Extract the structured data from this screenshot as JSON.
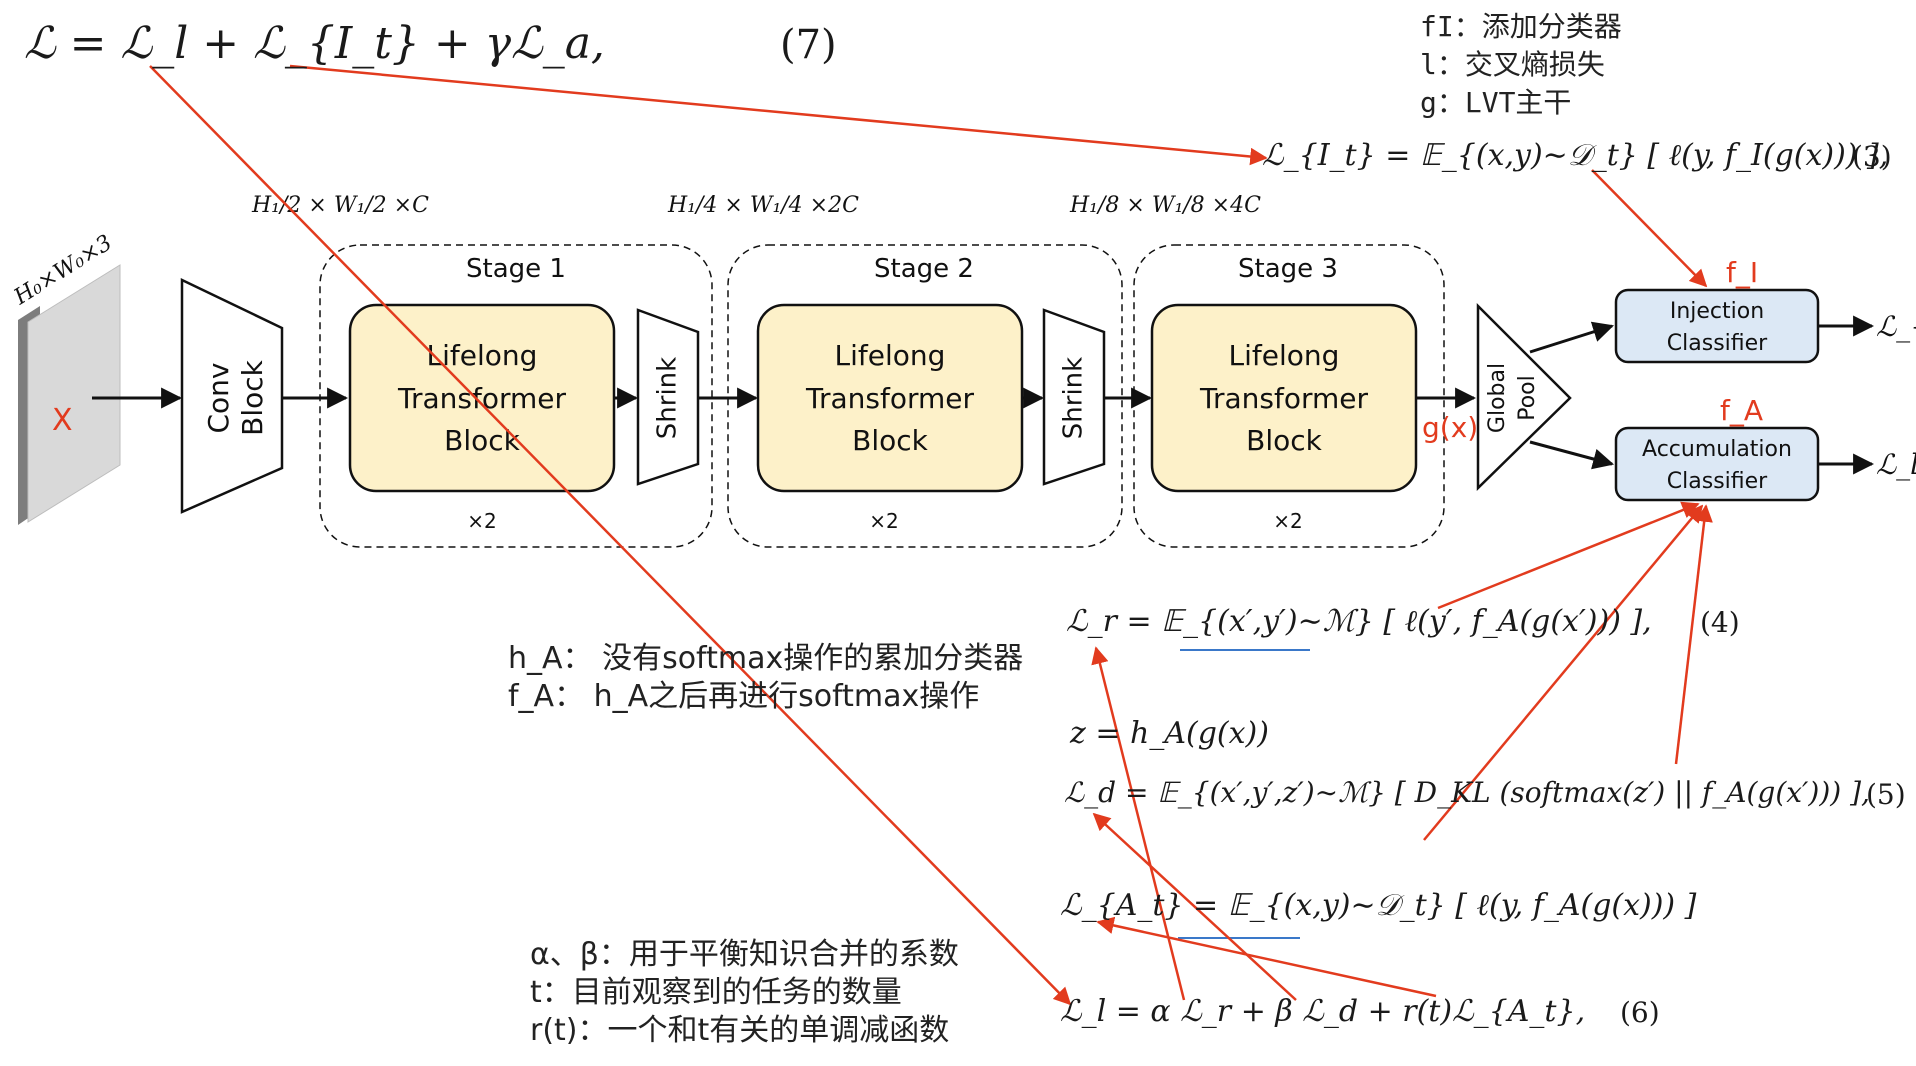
{
  "equations": {
    "eq7": "ℒ = ℒ_l + ℒ_{I_t} + γℒ_a,",
    "eq7_number": "(7)",
    "eq3": "ℒ_{I_t} = 𝔼_{(x,y)∼𝒟_t} [ ℓ(y, f_I(g(x))) ],",
    "eq3_number": "(3)",
    "eq4": "ℒ_r = 𝔼_{(x′,y′)∼ℳ} [ ℓ(y′, f_A(g(x′))) ],",
    "eq4_number": "(4)",
    "eq_z": "z = h_A(g(x))",
    "eq5": "ℒ_d = 𝔼_{(x′,y′,z′)∼ℳ} [ D_KL (softmax(z′) || f_A(g(x′))) ],",
    "eq5_number": "(5)",
    "eq_At": "ℒ_{A_t} = 𝔼_{(x,y)∼𝒟_t} [ ℓ(y, f_A(g(x))) ]",
    "eq6": "ℒ_l = α ℒ_r + β ℒ_d + r(t)ℒ_{A_t},",
    "eq6_number": "(6)"
  },
  "notes_top_right": [
    "fI：添加分类器",
    "l：交叉熵损失",
    "g：LVT主干"
  ],
  "notes_middle": [
    "h_A： 没有softmax操作的累加分类器",
    "f_A： h_A之后再进行softmax操作"
  ],
  "notes_bottom": [
    "α、β：用于平衡知识合并的系数",
    "t：目前观察到的任务的数量",
    "r(t)：一个和t有关的单调减函数"
  ],
  "diagram": {
    "input_dims": "H₀×W₀×3",
    "input_label": "X",
    "conv_block": [
      "Conv",
      "Block"
    ],
    "stages": [
      {
        "title": "Stage 1",
        "block": [
          "Lifelong",
          "Transformer",
          "Block"
        ],
        "repeat": "×2",
        "dims": "H₁/2 × W₁/2 ×C"
      },
      {
        "title": "Stage 2",
        "block": [
          "Lifelong",
          "Transformer",
          "Block"
        ],
        "repeat": "×2",
        "dims": "H₁/4 × W₁/4 ×2C"
      },
      {
        "title": "Stage 3",
        "block": [
          "Lifelong",
          "Transformer",
          "Block"
        ],
        "repeat": "×2",
        "dims": "H₁/8 × W₁/8 ×4C"
      }
    ],
    "shrink": "Shrink",
    "global_pool": [
      "Global",
      "Pool"
    ],
    "gx_label": "g(x)",
    "injection": [
      "Injection",
      "Classifier"
    ],
    "accumulation": [
      "Accumulation",
      "Classifier"
    ],
    "fI_label": "f_I",
    "fA_label": "f_A",
    "out_injection": "ℒ_{I_t}",
    "out_accumulation": "ℒ_l"
  },
  "colors": {
    "annotation_red": "#e23b1e",
    "ltb_fill": "#fdf1c9",
    "classifier_fill": "#dce8f5",
    "underline_blue": "#3a78c9"
  }
}
